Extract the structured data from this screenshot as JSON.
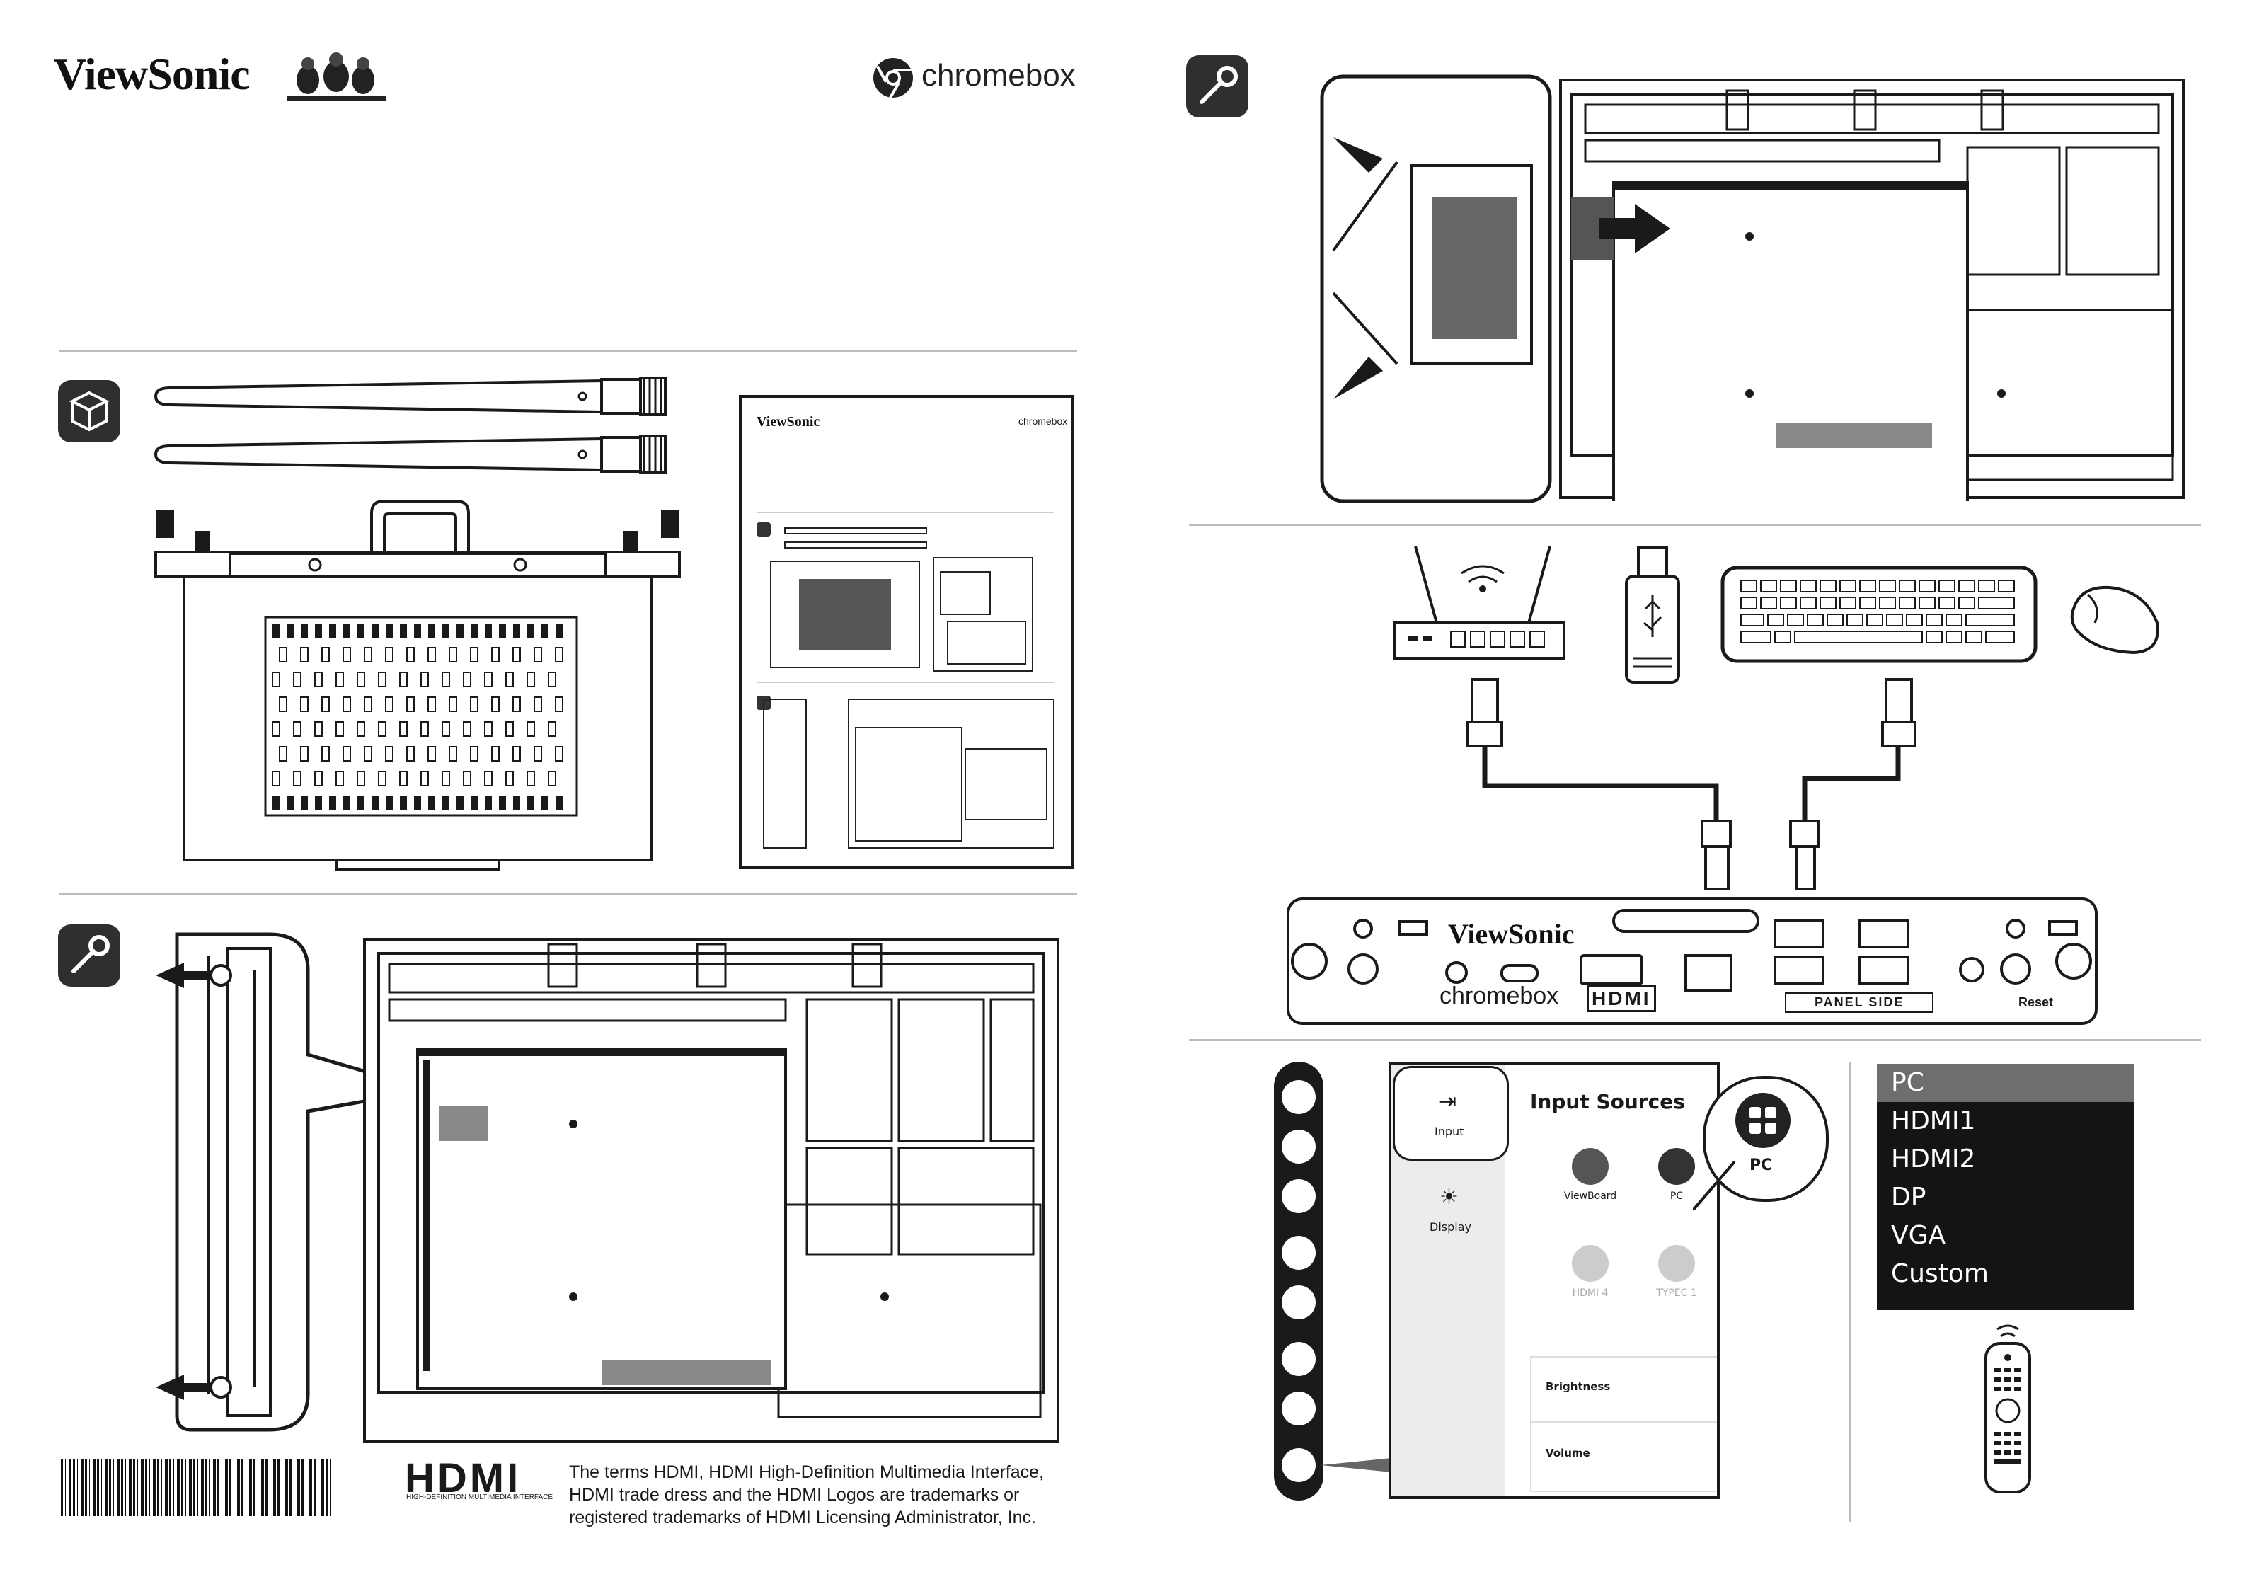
{
  "header": {
    "viewsonic_logo": "ViewSonic",
    "chromebox_logo": "chromebox"
  },
  "sections": {
    "contents_icon": "box-icon",
    "install_icon": "wrench-icon"
  },
  "connector_panel": {
    "brand": "ViewSonic",
    "chromebox_logo": "chromebox",
    "hdmi_logo": "HDMI",
    "panel_side": "PANEL SIDE",
    "reset": "Reset"
  },
  "osd_menu": {
    "input_tab": "Input",
    "display_tab": "Display",
    "title": "Input Sources",
    "sources": [
      "ViewBoard",
      "PC",
      "HDMI 4",
      "TYPEC 1"
    ],
    "callout": "PC",
    "brightness": "Brightness",
    "volume": "Volume"
  },
  "source_list": {
    "items": [
      "PC",
      "HDMI1",
      "HDMI2",
      "DP",
      "VGA",
      "Custom"
    ],
    "selected": "PC"
  },
  "footer": {
    "hdmi_logo": "HDMI",
    "hdmi_tagline": "HIGH-DEFINITION MULTIMEDIA INTERFACE",
    "trademark_lines": [
      "The terms HDMI, HDMI High-Definition Multimedia Interface,",
      "HDMI trade dress and the HDMI Logos are trademarks or",
      "registered trademarks of HDMI Licensing Administrator, Inc."
    ]
  },
  "colors": {
    "ink": "#1a1a1a",
    "badge": "#2f2f2f",
    "rule": "#bbbbbb",
    "osd_bg": "#141414",
    "osd_sel": "#6e6e6e"
  }
}
